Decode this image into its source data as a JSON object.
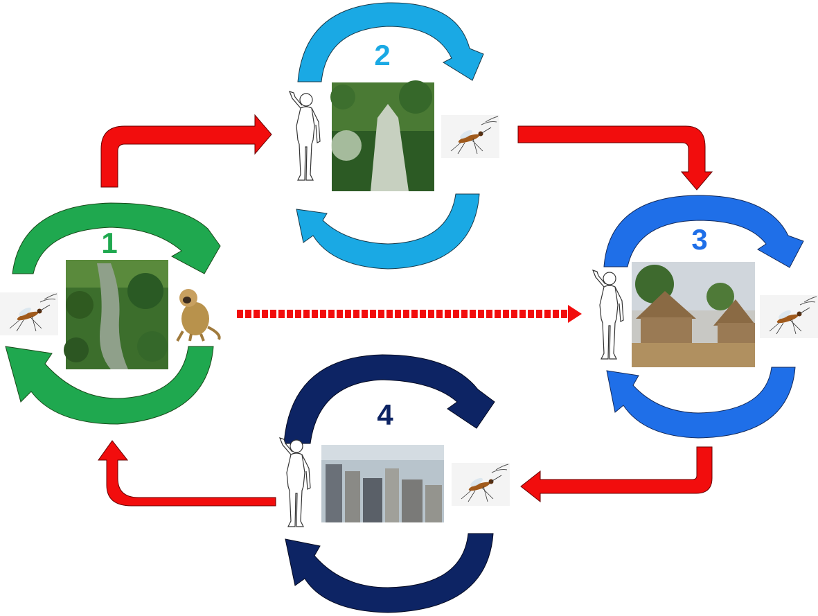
{
  "cycles": [
    {
      "id": "1",
      "label": "1",
      "color": "#1fa84f",
      "scene": "forest-river-photo",
      "host": "monkey-icon",
      "vector": "mosquito-icon"
    },
    {
      "id": "2",
      "label": "2",
      "color": "#1aa9e4",
      "scene": "forest-tree-photo",
      "host": "human-figure-icon",
      "vector": "mosquito-icon"
    },
    {
      "id": "3",
      "label": "3",
      "color": "#1f6fe8",
      "scene": "village-huts-photo",
      "host": "human-figure-icon",
      "vector": "mosquito-icon"
    },
    {
      "id": "4",
      "label": "4",
      "color": "#0d2464",
      "scene": "city-skyline-photo",
      "host": "human-figure-icon",
      "vector": "mosquito-icon"
    }
  ],
  "transfer_arrow_color": "#f20d0d",
  "transfer_arrow_style": [
    "solid",
    "solid",
    "solid",
    "solid",
    "dashed"
  ]
}
